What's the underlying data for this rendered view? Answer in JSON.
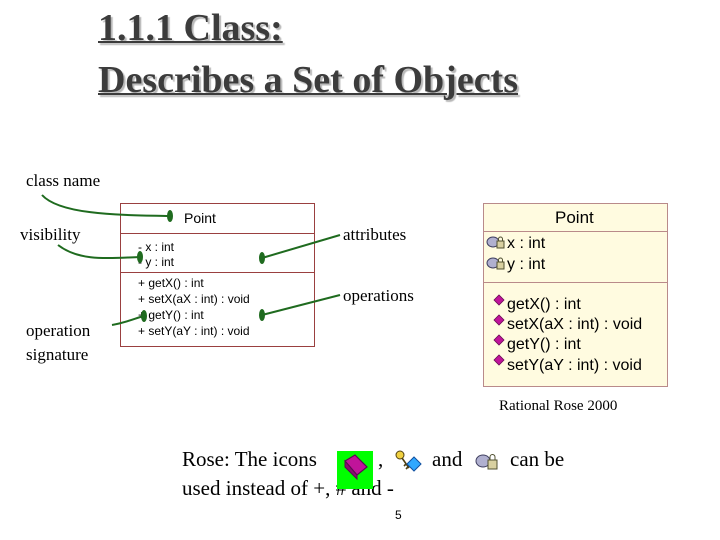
{
  "title": {
    "line1": "1.1.1 Class:",
    "line2": "Describes a Set of Objects"
  },
  "labels": {
    "class_name": "class name",
    "visibility": "visibility",
    "operation_signature_1": "operation",
    "operation_signature_2": "signature",
    "attributes": "attributes",
    "operations": "operations",
    "tool": "Rational Rose 2000"
  },
  "uml_class": {
    "name": "Point",
    "attributes": [
      "- x : int",
      "- y : int"
    ],
    "operations": [
      "+ getX() : int",
      "+ setX(aX : int) : void",
      "+ getY() : int",
      "+ setY(aY : int) : void"
    ]
  },
  "rose_class": {
    "name": "Point",
    "attributes": [
      "x : int",
      "y : int"
    ],
    "operations": [
      "getX() : int",
      "setX(aX : int) : void",
      "getY() : int",
      "setY(aY : int) : void"
    ],
    "icons": [
      "lock-icon",
      "diamond-icon"
    ]
  },
  "footer": {
    "line1_start": "Rose: The icons",
    "comma": ",",
    "and": "and",
    "can_be": "can be",
    "line2": "used instead of +, # and -"
  },
  "page_number": "5",
  "colors": {
    "title": "#3c3c3c",
    "uml_border": "#9a4040",
    "rose_bg": "#fffbe0",
    "leader_line": "#1f6b1f",
    "public_icon": "#c0149a",
    "highlight_green": "#00ff00"
  }
}
